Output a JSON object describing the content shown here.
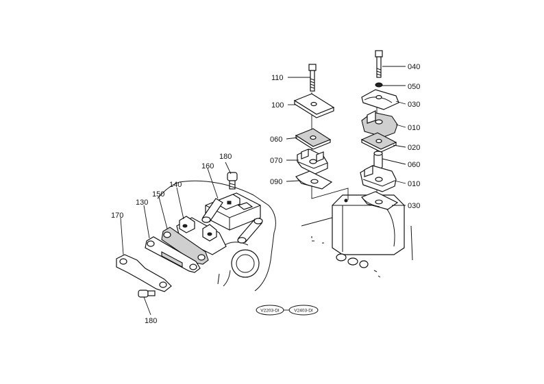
{
  "labels": {
    "p010a": "010",
    "p010b": "010",
    "p020": "020",
    "p030a": "030",
    "p030b": "030",
    "p040": "040",
    "p050": "050",
    "p060a": "060",
    "p060b": "060",
    "p070": "070",
    "p090": "090",
    "p100": "100",
    "p110": "110",
    "p130": "130",
    "p140": "140",
    "p150": "150",
    "p160": "160",
    "p170": "170",
    "p180a": "180",
    "p180b": "180"
  },
  "badges": {
    "left": "V2203-DI",
    "right": "V2403-DI"
  }
}
